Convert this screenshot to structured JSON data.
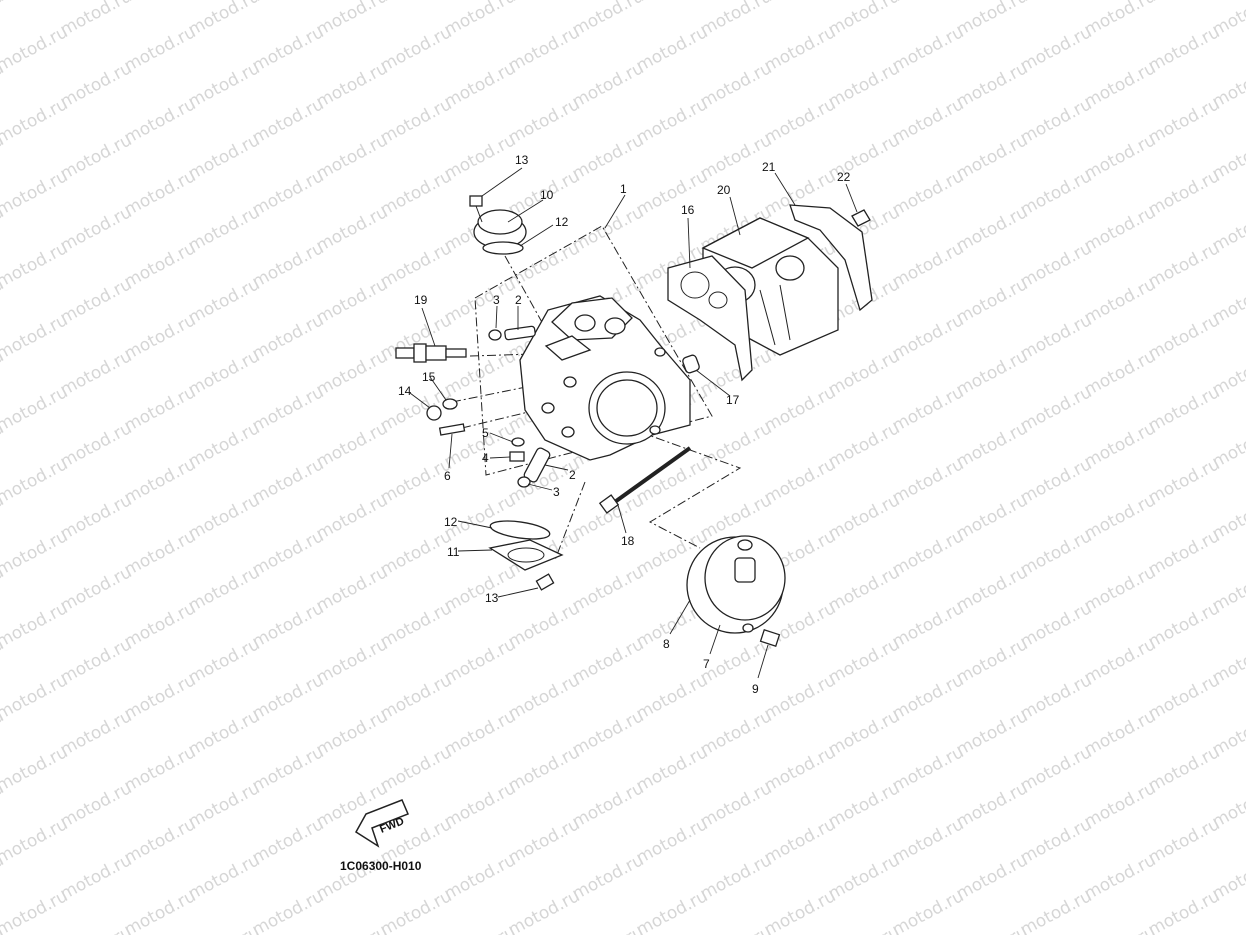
{
  "watermark_text": "motod.ru",
  "diagram_code": "1C06300-H010",
  "fwd_label": "FWD",
  "callouts": {
    "c1": "1",
    "c2a": "2",
    "c2b": "2",
    "c3a": "3",
    "c3b": "3",
    "c4": "4",
    "c5": "5",
    "c6": "6",
    "c7": "7",
    "c8": "8",
    "c9": "9",
    "c10": "10",
    "c11": "11",
    "c12a": "12",
    "c12b": "12",
    "c13a": "13",
    "c13b": "13",
    "c14": "14",
    "c15": "15",
    "c16": "16",
    "c17": "17",
    "c18": "18",
    "c19": "19",
    "c20": "20",
    "c21": "21",
    "c22": "22"
  },
  "colors": {
    "line": "#222222",
    "watermark": "#d6d6d6",
    "background": "#ffffff"
  }
}
